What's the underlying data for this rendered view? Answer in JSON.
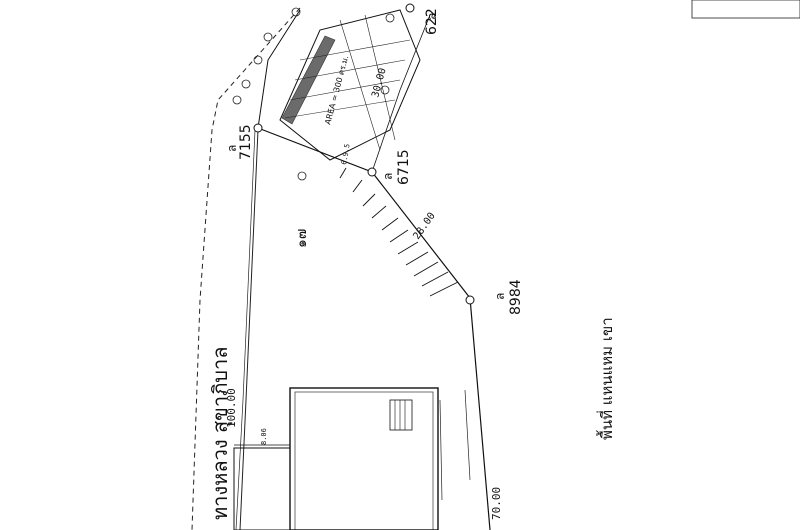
{
  "labels": {
    "road_name": "ทางหลวง สุขาภิบาล",
    "parcel": "๑๗",
    "region": "พื้นที่ แหนแหม เขา",
    "area_text": "AREA = 300 ตร.ม.",
    "corner_prefix": "ล"
  },
  "markers": [
    {
      "id": "7155"
    },
    {
      "id": "6715"
    },
    {
      "id": "8984"
    },
    {
      "id": "622"
    }
  ],
  "dimensions": {
    "d_100": "100.00",
    "d_30": "30.00",
    "d_28": "28.00",
    "d_70": "70.00",
    "d_small_1": "6.9.5",
    "d_small_2": "8.06"
  },
  "colors": {
    "line": "#111111",
    "building_fill": "#6b6b6b"
  }
}
